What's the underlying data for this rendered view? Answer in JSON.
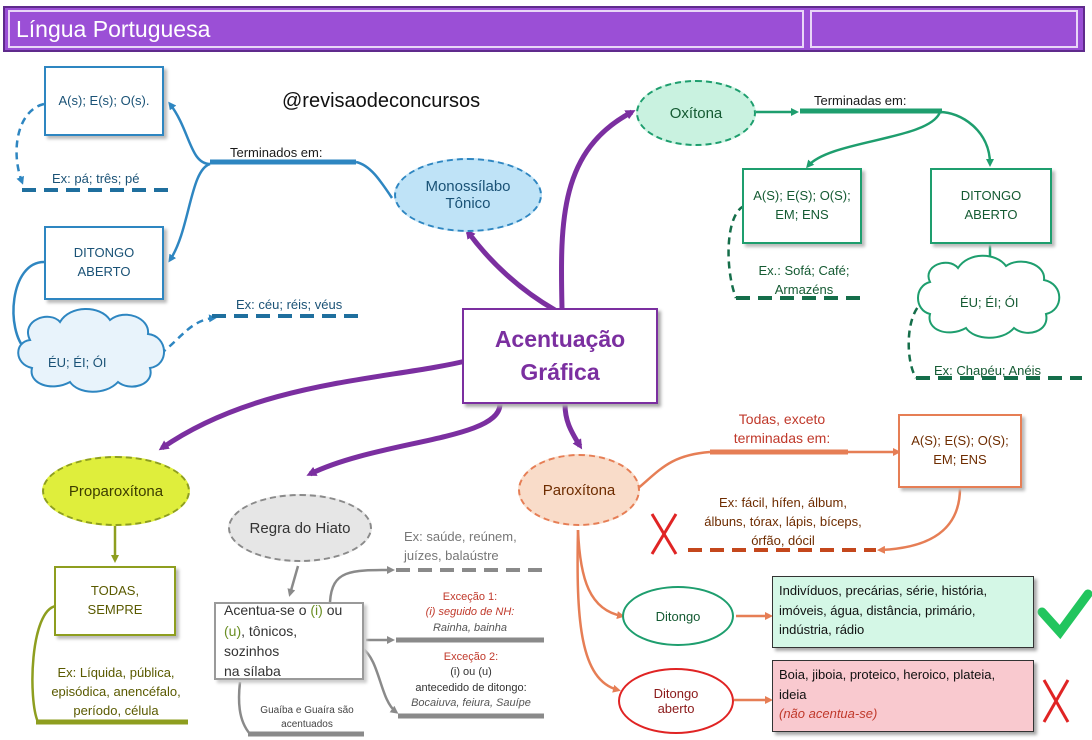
{
  "header": {
    "title": "Língua Portuguesa"
  },
  "handle": "@revisaodeconcursos",
  "center": {
    "line1": "Acentuação",
    "line2": "Gráfica"
  },
  "monossilabo": {
    "label_line1": "Monossílabo",
    "label_line2": "Tônico",
    "terminados": "Terminados em:",
    "box1": "A(s); E(s); O(s).",
    "ex1": "Ex: pá; três; pé",
    "box2_line1": "DITONGO",
    "box2_line2": "ABERTO",
    "ex2": "Ex: céu; réis; véus",
    "cloud": "ÉU; ÉI; ÓI"
  },
  "oxitona": {
    "label": "Oxítona",
    "terminadas": "Terminadas em:",
    "box1_line1": "A(S); E(S); O(S);",
    "box1_line2": "EM; ENS",
    "ex1_line1": "Ex.: Sofá; Café;",
    "ex1_line2": "Armazéns",
    "box2_line1": "DITONGO",
    "box2_line2": "ABERTO",
    "cloud": "ÉU; ÉI; ÓI",
    "ex2": "Ex: Chapéu; Anéis"
  },
  "proparoxitona": {
    "label": "Proparoxítona",
    "box_line1": "TODAS,",
    "box_line2": "SEMPRE",
    "ex_line1": "Ex: Líquida, pública,",
    "ex_line2": "episódica, anencéfalo,",
    "ex_line3": "período, célula"
  },
  "hiato": {
    "label": "Regra do Hiato",
    "box_p1": "Acentua-se o ",
    "box_i": "(i)",
    "box_p2": " ou",
    "box_u": "(u)",
    "box_p3": ", tônicos, sozinhos",
    "box_p4": "na sílaba",
    "ex_line1": "Ex: saúde, reúnem,",
    "ex_line2": "juízes, balaústre",
    "exc1_title": "Exceção 1:",
    "exc1_line1": "(i) seguido de NH:",
    "exc1_line2": "Rainha, bainha",
    "exc2_title": "Exceção 2:",
    "exc2_line1": "(i) ou (u)",
    "exc2_line2": "antecedido de ditongo:",
    "exc2_line3": "Bocaiuva, feiura, Sauípe",
    "guaiba_line1": "Guaíba e Guaíra são",
    "guaiba_line2": "acentuados"
  },
  "paroxitona": {
    "label": "Paroxítona",
    "todas": "Todas, exceto",
    "terminadas": "terminadas em:",
    "box_line1": "A(S); E(S); O(S);",
    "box_line2": "EM; ENS",
    "ex_line1": "Ex: fácil, hífen, álbum,",
    "ex_line2": "álbuns, tórax, lápis, bíceps,",
    "ex_line3": "órfão, dócil",
    "ditongo": "Ditongo",
    "ditongo_aberto_line1": "Ditongo",
    "ditongo_aberto_line2": "aberto",
    "note_green_line1": "Indivíduos, precárias, série, história,",
    "note_green_line2": "imóveis, água, distância, primário,",
    "note_green_line3": "indústria, rádio",
    "note_red_line1": "Boia, jiboia, proteico, heroico, plateia,",
    "note_red_line2": "ideia",
    "note_red_line3": "(não acentua-se)"
  },
  "colors": {
    "header": "#9b4fd6",
    "center": "#7b2fa0",
    "monossilabo": "#2e86c1",
    "oxitona": "#1e9e6e",
    "proparoxitona": "#8e9e1f",
    "hiato": "#9a9a9a",
    "paroxitona": "#e67e55",
    "check": "#22c55e",
    "cross": "#e02424"
  }
}
